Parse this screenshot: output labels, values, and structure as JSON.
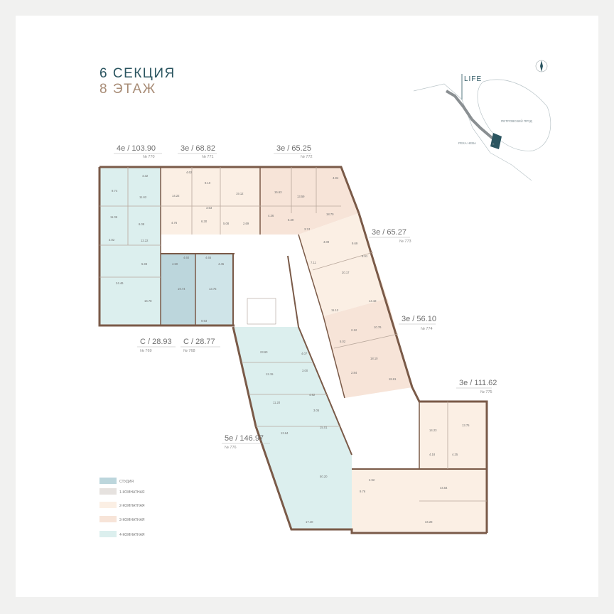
{
  "title": {
    "section": "6 СЕКЦИЯ",
    "floor": "8 ЭТАЖ"
  },
  "colors": {
    "studio": "#bcd6dc",
    "one_room": "#e6e2df",
    "two_room": "#fbefe4",
    "three_room": "#f7e4d8",
    "four_room": "#dcefee",
    "wall": "#7a5a48",
    "accent": "#2b5560"
  },
  "apartments": [
    {
      "id": "770",
      "label": "4е / 103.90",
      "number": "№ 770"
    },
    {
      "id": "771",
      "label": "3е / 68.82",
      "number": "№ 771"
    },
    {
      "id": "772",
      "label": "3е / 65.25",
      "number": "№ 772"
    },
    {
      "id": "773",
      "label": "3е / 65.27",
      "number": "№ 773"
    },
    {
      "id": "774",
      "label": "3е / 56.10",
      "number": "№ 774"
    },
    {
      "id": "775",
      "label": "3е / 111.62",
      "number": "№ 775"
    },
    {
      "id": "776",
      "label": "5е / 146.97",
      "number": "№ 776"
    },
    {
      "id": "768",
      "label": "С / 28.77",
      "number": "№ 768"
    },
    {
      "id": "769",
      "label": "С / 28.93",
      "number": "№ 769"
    }
  ],
  "rooms": [
    "9.74",
    "4.32",
    "11.62",
    "11.06",
    "6.08",
    "3.82",
    "12.22",
    "5.83",
    "24.46",
    "16.78",
    "4.62",
    "14.22",
    "9.10",
    "4.76",
    "3.53",
    "6.30",
    "19.12",
    "5.08",
    "2.69",
    "4.84",
    "15.63",
    "13.59",
    "4.36",
    "6.39",
    "18.70",
    "3.74",
    "4.09",
    "9.69",
    "6.91",
    "7.11",
    "20.17",
    "11.12",
    "14.18",
    "2.12",
    "10.76",
    "5.02",
    "18.10",
    "2.84",
    "18.61",
    "4.50",
    "4.60",
    "4.65",
    "4.45",
    "19.74",
    "13.75",
    "9.93",
    "23.60",
    "4.07",
    "12.15",
    "3.00",
    "4.92",
    "11.20",
    "3.05",
    "13.64",
    "15.01",
    "50.20",
    "17.40",
    "14.23",
    "13.75",
    "4.18",
    "4.25",
    "2.92",
    "9.76",
    "44.54",
    "34.28"
  ],
  "legend": [
    {
      "label": "СТУДИЯ"
    },
    {
      "label": "1-КОМНАТНАЯ"
    },
    {
      "label": "2-КОМНАТНАЯ"
    },
    {
      "label": "3-КОМНАТНАЯ"
    },
    {
      "label": "4-КОМНАТНАЯ"
    }
  ],
  "locator": {
    "brand": "LIFE",
    "pond": "ПЕТРОВСКИЙ ПРУД",
    "river": "РЕКА НЕВА",
    "section_mark": "6"
  }
}
